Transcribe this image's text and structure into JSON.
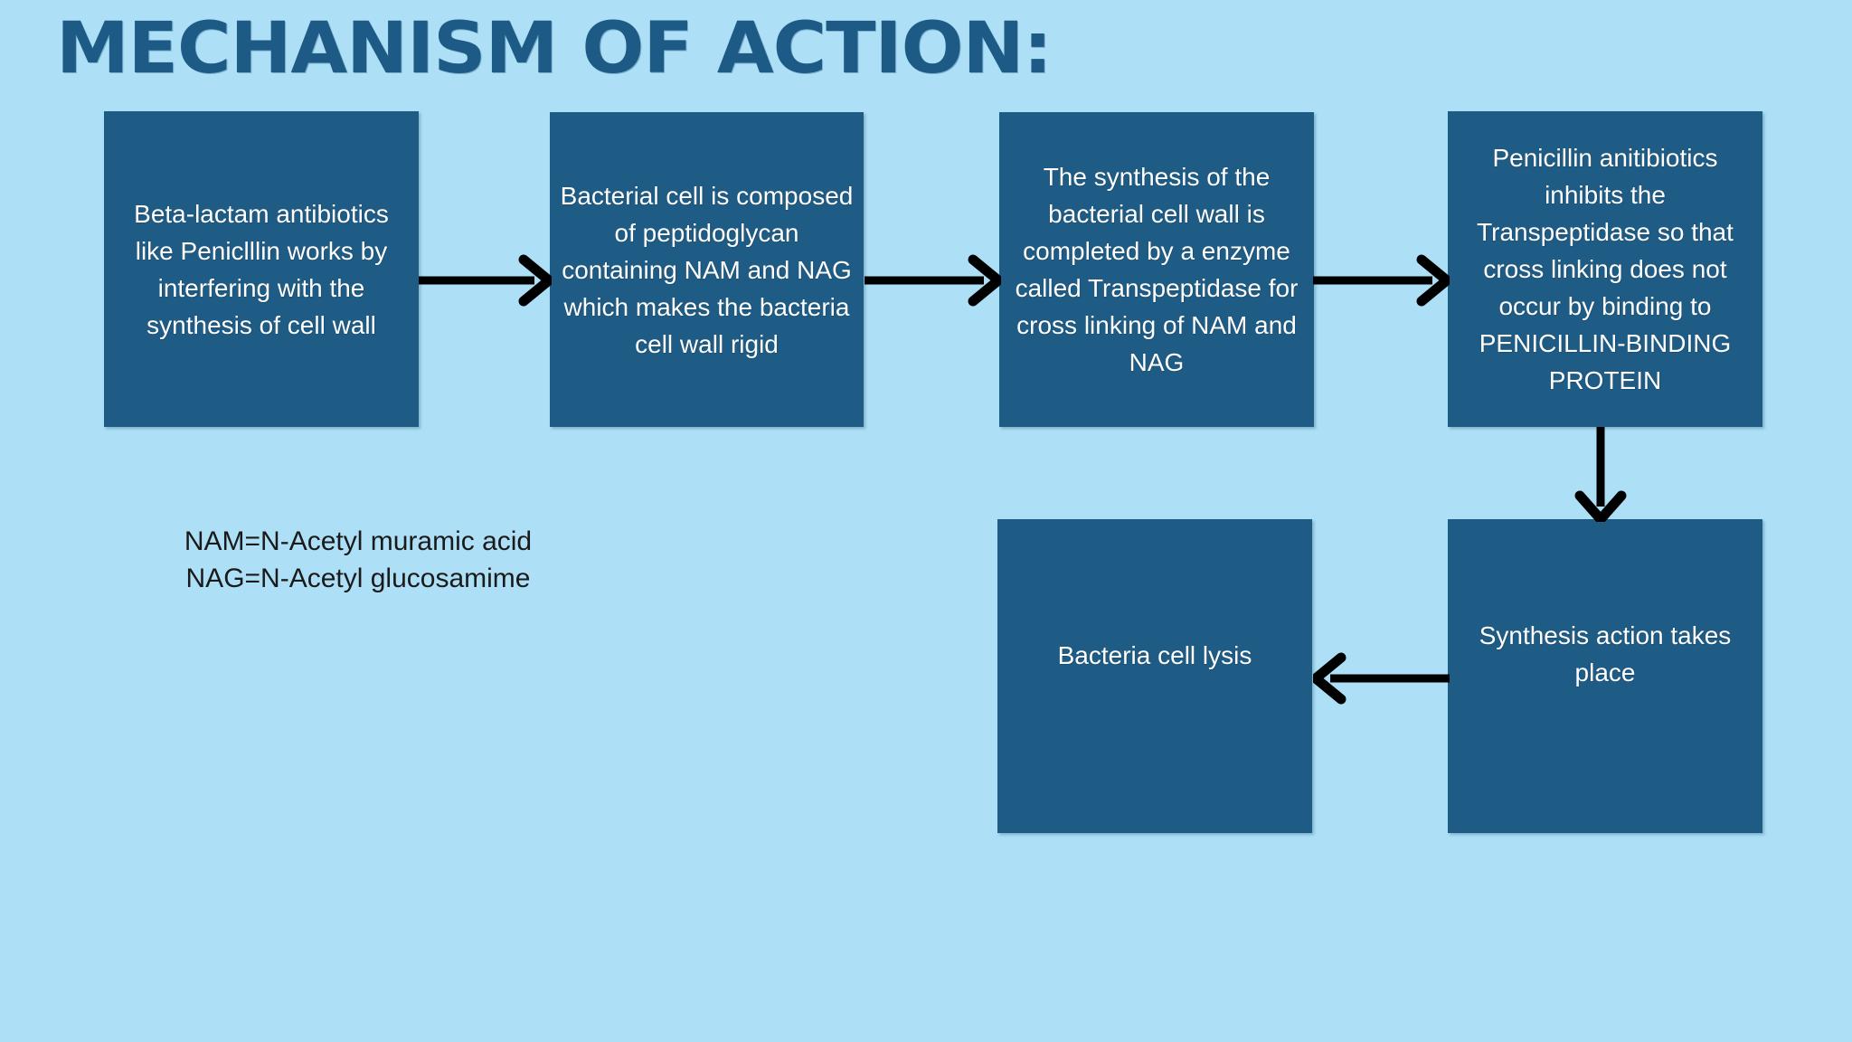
{
  "page": {
    "title": "MECHANISM OF ACTION:",
    "background_color": "#ade0f7",
    "box_fill_color": "#1f5c85",
    "box_text_color": "#ffffff",
    "title_color": "#1d5a85",
    "arrow_color": "#000000"
  },
  "flow": {
    "boxes": [
      {
        "id": "box-1",
        "text": "Beta-lactam antibiotics like Peniclllin works by interfering with the synthesis of cell wall"
      },
      {
        "id": "box-2",
        "text": "Bacterial cell is composed of peptidoglycan containing NAM and NAG which makes the bacteria cell wall rigid"
      },
      {
        "id": "box-3",
        "text": "The synthesis of the bacterial cell wall is completed by a enzyme called Transpeptidase for cross linking of NAM and NAG"
      },
      {
        "id": "box-4",
        "text": "Penicillin anitibiotics inhibits the Transpeptidase so that cross linking does not occur by binding to PENICILLIN-BINDING PROTEIN"
      },
      {
        "id": "box-5",
        "text": "Bacteria cell lysis"
      },
      {
        "id": "box-6",
        "text": "Synthesis action takes place"
      }
    ],
    "arrows": [
      {
        "id": "arrow-1",
        "from": "box-1",
        "to": "box-2",
        "direction": "right"
      },
      {
        "id": "arrow-2",
        "from": "box-2",
        "to": "box-3",
        "direction": "right"
      },
      {
        "id": "arrow-3",
        "from": "box-3",
        "to": "box-4",
        "direction": "right"
      },
      {
        "id": "arrow-4",
        "from": "box-4",
        "to": "box-6",
        "direction": "down"
      },
      {
        "id": "arrow-5",
        "from": "box-6",
        "to": "box-5",
        "direction": "left"
      }
    ]
  },
  "legend": {
    "lines": [
      "NAM=N-Acetyl muramic acid",
      "NAG=N-Acetyl glucosamime"
    ]
  }
}
